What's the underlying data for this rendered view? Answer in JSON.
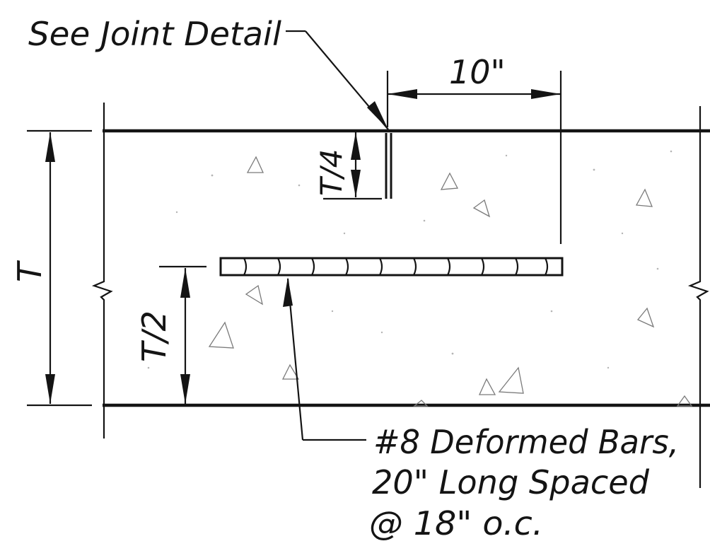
{
  "drawing": {
    "joint_callout": "See Joint Detail",
    "dim_joint_offset": "10\"",
    "dim_groove_depth": "T/4",
    "dim_slab_thickness": "T",
    "dim_bar_depth": "T/2",
    "bar_note": {
      "line1": "#8 Deformed Bars,",
      "line2": "20\" Long Spaced",
      "line3": "@ 18\" o.c."
    }
  },
  "colors": {
    "linework": "#141414",
    "aggregate": "#7a7a7a",
    "background": "#ffffff"
  }
}
